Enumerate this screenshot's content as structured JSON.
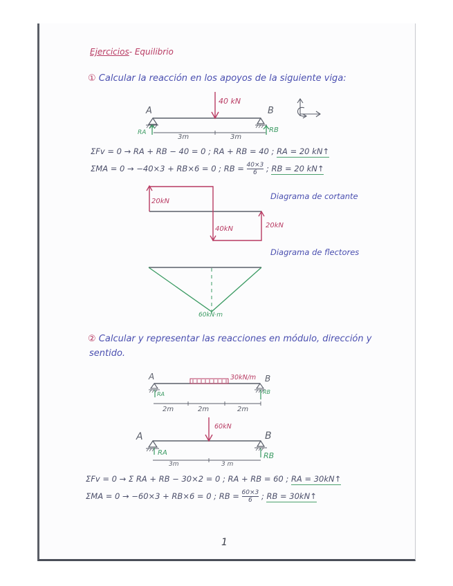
{
  "document": {
    "title_part1": "Ejercicios",
    "title_part2": "- Equilibrio",
    "page_number": "1",
    "colors": {
      "ink_blue": "#4a4fb0",
      "ink_red": "#b83a62",
      "ink_green": "#3a9a62",
      "pencil": "#5a5e6a"
    }
  },
  "exercise1": {
    "number": "①",
    "statement": "Calcular la reacción en los apoyos de la siguiente viga:",
    "beam": {
      "left_label": "A",
      "right_label": "B",
      "load": "40 kN",
      "reaction_left": "RA",
      "reaction_right": "RB",
      "span_left": "3m",
      "span_right": "3m"
    },
    "equations": {
      "fv_left": "ΣFv = 0 →  RA + RB − 40 = 0 ;  RA + RB = 40 ;",
      "fv_result": "RA = 20 kN↑",
      "m_left": "ΣMA = 0 →  −40×3 +  RB×6 = 0 ;  RB =",
      "m_frac_num": "40×3",
      "m_frac_den": "6",
      "m_sep": ";",
      "m_result": "RB = 20 kN↑"
    },
    "shear_diagram": {
      "title": "Diagrama de cortante",
      "label_left": "20kN",
      "label_mid": "40kN",
      "label_right": "20kN"
    },
    "moment_diagram": {
      "title": "Diagrama de flectores",
      "label_max": "60kN·m"
    }
  },
  "exercise2": {
    "number": "②",
    "statement_line1": "Calcular y representar las reacciones en módulo, dirección y",
    "statement_line2": "sentido.",
    "beam_distributed": {
      "left_label": "A",
      "right_label": "B",
      "load": "30kN/m",
      "reaction_left": "RA",
      "reaction_right": "RB",
      "spans": [
        "2m",
        "2m",
        "2m"
      ]
    },
    "beam_equivalent": {
      "left_label": "A",
      "right_label": "B",
      "load": "60kN",
      "reaction_left": "RA",
      "reaction_right": "RB",
      "span_left": "3m",
      "span_right": "3 m"
    },
    "equations": {
      "fv_left": "ΣFv = 0 → Σ RA + RB − 30×2 = 0 ;  RA + RB = 60 ;",
      "fv_result": "RA = 30kN↑",
      "m_left": "ΣMA = 0 →   −60×3  +  RB×6  =  0 ;  RB =",
      "m_frac_num": "60×3",
      "m_frac_den": "6",
      "m_sep": ";",
      "m_result": "RB = 30kN↑"
    }
  }
}
